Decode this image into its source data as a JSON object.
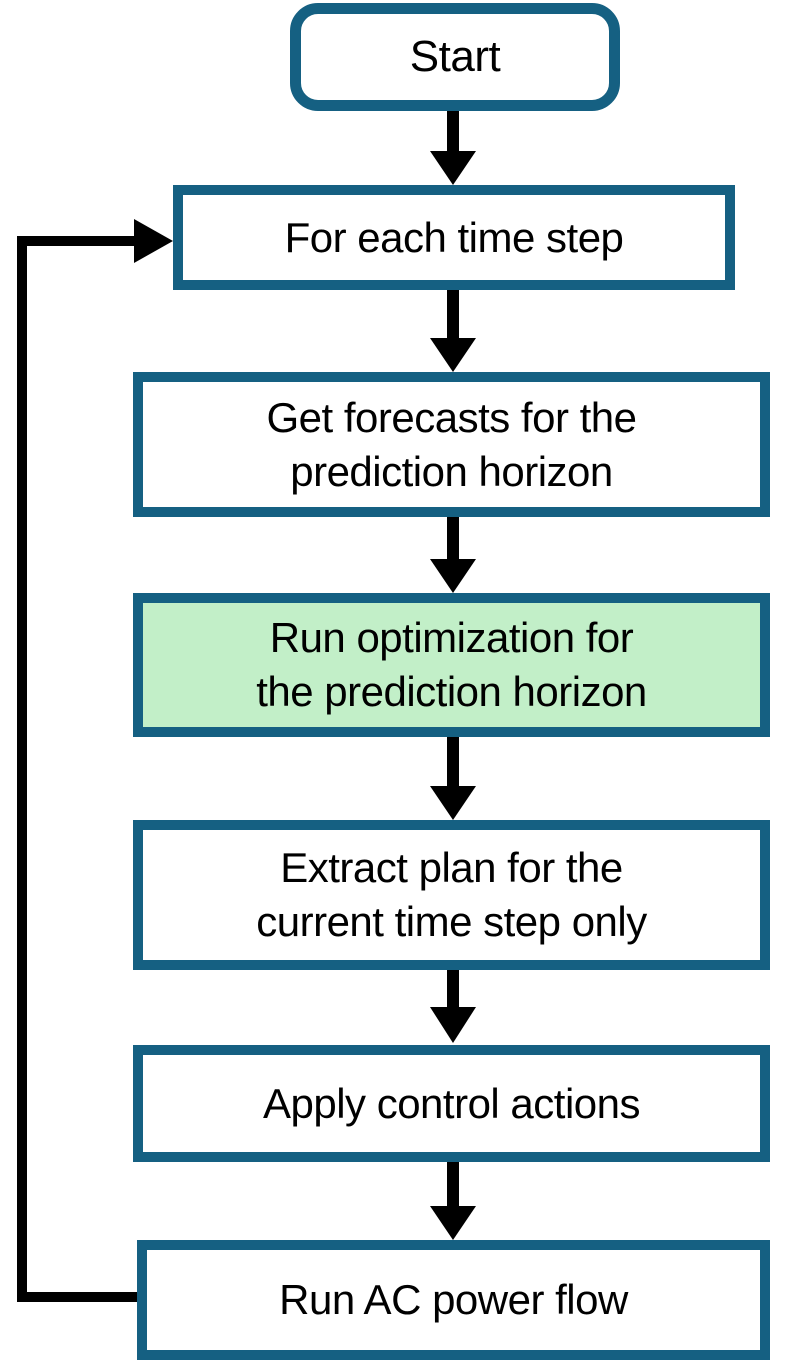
{
  "flowchart": {
    "nodes": [
      {
        "id": "start",
        "label": "Start",
        "shape": "rounded",
        "fill": "#FFFFFF"
      },
      {
        "id": "for-each-step",
        "label": "For each time step",
        "shape": "rectangle",
        "fill": "#FFFFFF"
      },
      {
        "id": "get-forecasts",
        "label": "Get forecasts for the\nprediction horizon",
        "shape": "rectangle",
        "fill": "#FFFFFF"
      },
      {
        "id": "run-optimization",
        "label": "Run optimization for\nthe prediction horizon",
        "shape": "rectangle",
        "fill": "#C2EFC8",
        "highlighted": true
      },
      {
        "id": "extract-plan",
        "label": "Extract plan for the\ncurrent time step only",
        "shape": "rectangle",
        "fill": "#FFFFFF"
      },
      {
        "id": "apply-control",
        "label": "Apply control actions",
        "shape": "rectangle",
        "fill": "#FFFFFF"
      },
      {
        "id": "run-ac-power-flow",
        "label": "Run AC power flow",
        "shape": "rectangle",
        "fill": "#FFFFFF"
      }
    ],
    "edges": [
      {
        "from": "start",
        "to": "for-each-step",
        "type": "arrow-down"
      },
      {
        "from": "for-each-step",
        "to": "get-forecasts",
        "type": "arrow-down"
      },
      {
        "from": "get-forecasts",
        "to": "run-optimization",
        "type": "arrow-down"
      },
      {
        "from": "run-optimization",
        "to": "extract-plan",
        "type": "arrow-down"
      },
      {
        "from": "extract-plan",
        "to": "apply-control",
        "type": "arrow-down"
      },
      {
        "from": "apply-control",
        "to": "run-ac-power-flow",
        "type": "arrow-down"
      },
      {
        "from": "run-ac-power-flow",
        "to": "for-each-step",
        "type": "loop-back-left"
      }
    ],
    "colors": {
      "box_border": "#156082",
      "highlight_fill": "#C2EFC8",
      "box_fill": "#FFFFFF",
      "arrow": "#000000",
      "text": "#000000"
    }
  }
}
